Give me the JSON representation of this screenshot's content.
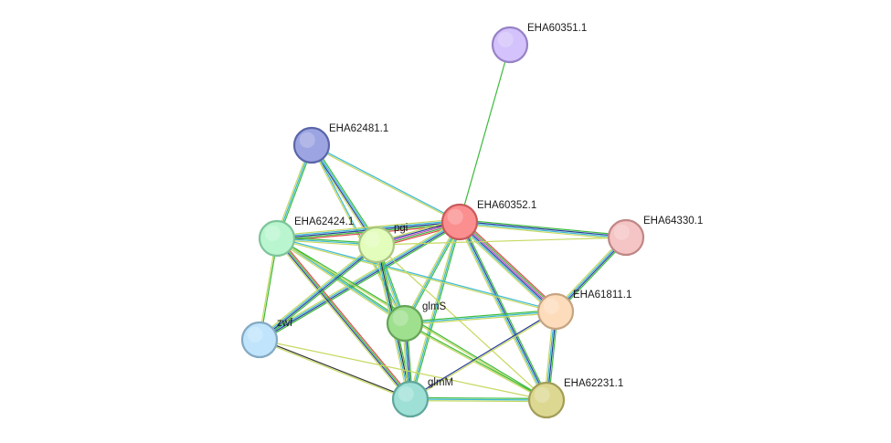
{
  "network": {
    "nodes": [
      {
        "id": "EHA60351.1",
        "label": "EHA60351.1",
        "fill": "#d3c2fb",
        "stroke": "#9782c6"
      },
      {
        "id": "EHA62481.1",
        "label": "EHA62481.1",
        "fill": "#9ca5e2",
        "stroke": "#5a66a8"
      },
      {
        "id": "EHA60352.1",
        "label": "EHA60352.1",
        "fill": "#fb8f8f",
        "stroke": "#c85a5a"
      },
      {
        "id": "EHA64330.1",
        "label": "EHA64330.1",
        "fill": "#f5c4c4",
        "stroke": "#c08787"
      },
      {
        "id": "EHA62424.1",
        "label": "EHA62424.1",
        "fill": "#b9f6cf",
        "stroke": "#7ec49b"
      },
      {
        "id": "pgi",
        "label": "pgi",
        "fill": "#e3fdbc",
        "stroke": "#a8c683"
      },
      {
        "id": "EHA61811.1",
        "label": "EHA61811.1",
        "fill": "#fddcbc",
        "stroke": "#c5a482"
      },
      {
        "id": "glmS",
        "label": "glmS",
        "fill": "#9fe08f",
        "stroke": "#64a458"
      },
      {
        "id": "zwf",
        "label": "zwf",
        "fill": "#bfe4fb",
        "stroke": "#84a9c2"
      },
      {
        "id": "glmM",
        "label": "glmM",
        "fill": "#9ee0d6",
        "stroke": "#5fa69b"
      },
      {
        "id": "EHA62231.1",
        "label": "EHA62231.1",
        "fill": "#dcd891",
        "stroke": "#a29d58"
      }
    ],
    "edges": [
      {
        "source": "EHA60351.1",
        "target": "EHA60352.1",
        "colors": [
          "#3cbb3c"
        ]
      },
      {
        "source": "EHA62481.1",
        "target": "EHA60352.1",
        "colors": [
          "#3bb8d4",
          "#c6d860"
        ]
      },
      {
        "source": "EHA62481.1",
        "target": "EHA62424.1",
        "colors": [
          "#3cbb3c",
          "#3bb8d4",
          "#c6d860"
        ]
      },
      {
        "source": "EHA62481.1",
        "target": "pgi",
        "colors": [
          "#3cbb3c",
          "#3bb8d4",
          "#2a3c9b",
          "#c6d860"
        ]
      },
      {
        "source": "EHA62481.1",
        "target": "glmS",
        "colors": [
          "#3bb8d4",
          "#c6d860"
        ]
      },
      {
        "source": "EHA60352.1",
        "target": "EHA64330.1",
        "colors": [
          "#3cbb3c",
          "#2a3c9b",
          "#3bb8d4",
          "#c6d860"
        ]
      },
      {
        "source": "EHA60352.1",
        "target": "EHA62424.1",
        "colors": [
          "#e04848",
          "#3cbb3c",
          "#2a3c9b",
          "#3bb8d4",
          "#c6d860"
        ]
      },
      {
        "source": "EHA60352.1",
        "target": "pgi",
        "colors": [
          "#e04848",
          "#3cbb3c",
          "#c050c0",
          "#2a3c9b",
          "#c6d860"
        ]
      },
      {
        "source": "EHA60352.1",
        "target": "EHA61811.1",
        "colors": [
          "#e04848",
          "#3cbb3c",
          "#c050c0",
          "#2a3c9b",
          "#3bb8d4",
          "#c6d860"
        ]
      },
      {
        "source": "EHA60352.1",
        "target": "glmS",
        "colors": [
          "#3cbb3c",
          "#3bb8d4",
          "#c6d860"
        ]
      },
      {
        "source": "EHA60352.1",
        "target": "zwf",
        "colors": [
          "#3cbb3c",
          "#2a3c9b",
          "#3bb8d4",
          "#c6d860"
        ]
      },
      {
        "source": "EHA60352.1",
        "target": "glmM",
        "colors": [
          "#3cbb3c",
          "#3bb8d4",
          "#c6d860"
        ]
      },
      {
        "source": "EHA60352.1",
        "target": "EHA62231.1",
        "colors": [
          "#3cbb3c",
          "#2a3c9b",
          "#3bb8d4",
          "#c6d860"
        ]
      },
      {
        "source": "EHA64330.1",
        "target": "EHA61811.1",
        "colors": [
          "#3cbb3c",
          "#2a3c9b",
          "#3bb8d4",
          "#c6d860"
        ]
      },
      {
        "source": "EHA64330.1",
        "target": "pgi",
        "colors": [
          "#c6d860"
        ]
      },
      {
        "source": "EHA62424.1",
        "target": "pgi",
        "colors": [
          "#3cbb3c",
          "#3bb8d4",
          "#c6d860"
        ]
      },
      {
        "source": "EHA62424.1",
        "target": "zwf",
        "colors": [
          "#3cbb3c",
          "#c6d860"
        ]
      },
      {
        "source": "EHA62424.1",
        "target": "glmS",
        "colors": [
          "#3cbb3c",
          "#3bb8d4",
          "#c6d860"
        ]
      },
      {
        "source": "EHA62424.1",
        "target": "glmM",
        "colors": [
          "#e04848",
          "#3cbb3c",
          "#2a3c9b",
          "#c6d860"
        ]
      },
      {
        "source": "EHA62424.1",
        "target": "EHA61811.1",
        "colors": [
          "#3bb8d4",
          "#c6d860"
        ]
      },
      {
        "source": "EHA62424.1",
        "target": "EHA62231.1",
        "colors": [
          "#3cbb3c",
          "#c6d860"
        ]
      },
      {
        "source": "pgi",
        "target": "glmS",
        "colors": [
          "#3cbb3c",
          "#3bb8d4",
          "#c6d860"
        ]
      },
      {
        "source": "pgi",
        "target": "zwf",
        "colors": [
          "#3cbb3c",
          "#2a3c9b",
          "#3bb8d4",
          "#c6d860"
        ]
      },
      {
        "source": "pgi",
        "target": "glmM",
        "colors": [
          "#3cbb3c",
          "#333333",
          "#3bb8d4",
          "#c6d860"
        ]
      },
      {
        "source": "pgi",
        "target": "EHA62231.1",
        "colors": [
          "#c6d860"
        ]
      },
      {
        "source": "glmS",
        "target": "glmM",
        "colors": [
          "#3cbb3c",
          "#2a3c9b",
          "#3bb8d4",
          "#c6d860"
        ]
      },
      {
        "source": "glmS",
        "target": "EHA61811.1",
        "colors": [
          "#3cbb3c",
          "#3bb8d4",
          "#c6d860"
        ]
      },
      {
        "source": "glmS",
        "target": "EHA62231.1",
        "colors": [
          "#3cbb3c",
          "#c6d860"
        ]
      },
      {
        "source": "zwf",
        "target": "glmM",
        "colors": [
          "#333333",
          "#c6d860"
        ]
      },
      {
        "source": "zwf",
        "target": "EHA62231.1",
        "colors": [
          "#c6d860"
        ]
      },
      {
        "source": "glmM",
        "target": "EHA61811.1",
        "colors": [
          "#2a3c9b",
          "#c6d860"
        ]
      },
      {
        "source": "glmM",
        "target": "EHA62231.1",
        "colors": [
          "#3cbb3c",
          "#3bb8d4",
          "#c6d860"
        ]
      },
      {
        "source": "EHA61811.1",
        "target": "EHA62231.1",
        "colors": [
          "#3cbb3c",
          "#2a3c9b",
          "#3bb8d4",
          "#c6d860"
        ]
      }
    ]
  }
}
